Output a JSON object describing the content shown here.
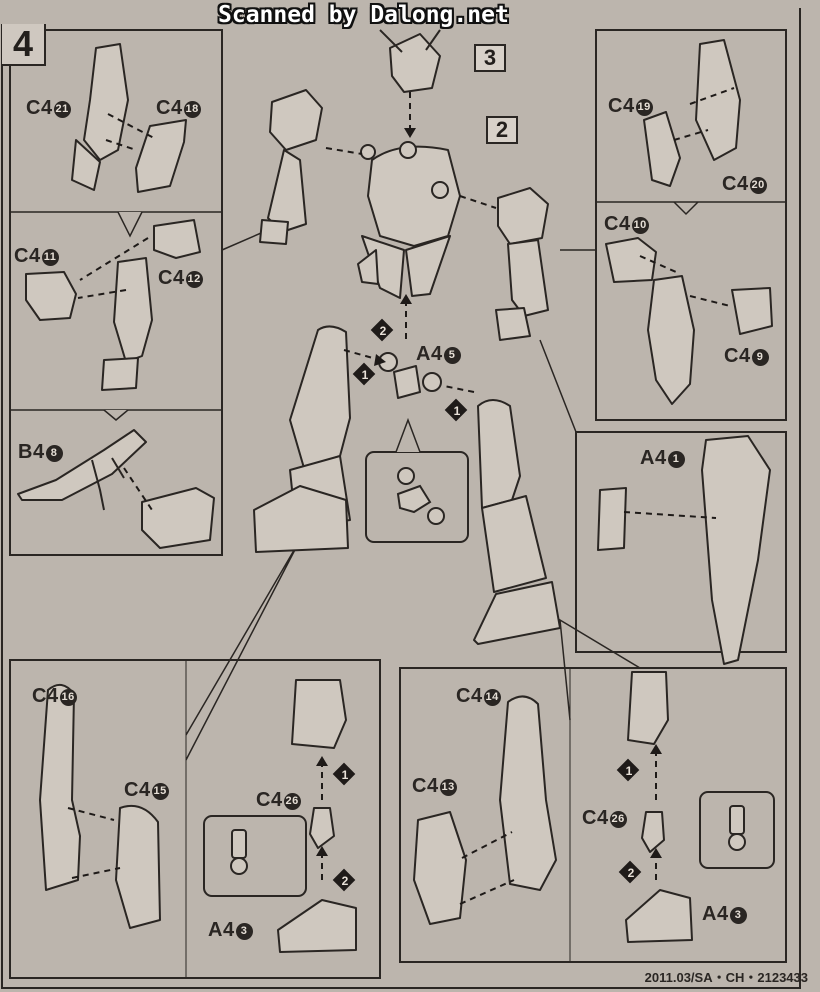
{
  "watermark": "Scanned by Dalong.net",
  "step_number": "4",
  "callouts": {
    "torso": "2",
    "head": "3"
  },
  "parts": {
    "c4_21": {
      "code": "C4",
      "num": "21"
    },
    "c4_18": {
      "code": "C4",
      "num": "18"
    },
    "c4_11": {
      "code": "C4",
      "num": "11"
    },
    "c4_12": {
      "code": "C4",
      "num": "12"
    },
    "b4_8": {
      "code": "B4",
      "num": "8"
    },
    "c4_19": {
      "code": "C4",
      "num": "19"
    },
    "c4_20": {
      "code": "C4",
      "num": "20"
    },
    "c4_10": {
      "code": "C4",
      "num": "10"
    },
    "c4_9": {
      "code": "C4",
      "num": "9"
    },
    "a4_5": {
      "code": "A4",
      "num": "5"
    },
    "a4_1": {
      "code": "A4",
      "num": "1"
    },
    "c4_16": {
      "code": "C4",
      "num": "16"
    },
    "c4_15": {
      "code": "C4",
      "num": "15"
    },
    "c4_26_left": {
      "code": "C4",
      "num": "26"
    },
    "a4_3_left": {
      "code": "A4",
      "num": "3"
    },
    "c4_14": {
      "code": "C4",
      "num": "14"
    },
    "c4_13": {
      "code": "C4",
      "num": "13"
    },
    "c4_26_right": {
      "code": "C4",
      "num": "26"
    },
    "a4_3_right": {
      "code": "A4",
      "num": "3"
    }
  },
  "order_markers": {
    "hip_up": "2",
    "hip_left": "1",
    "hip_right": "1",
    "left_foot_up": "1",
    "left_foot_base": "2",
    "right_foot_up": "1",
    "right_foot_base": "2"
  },
  "footer_code": "2011.03/SA・CH・2123433"
}
